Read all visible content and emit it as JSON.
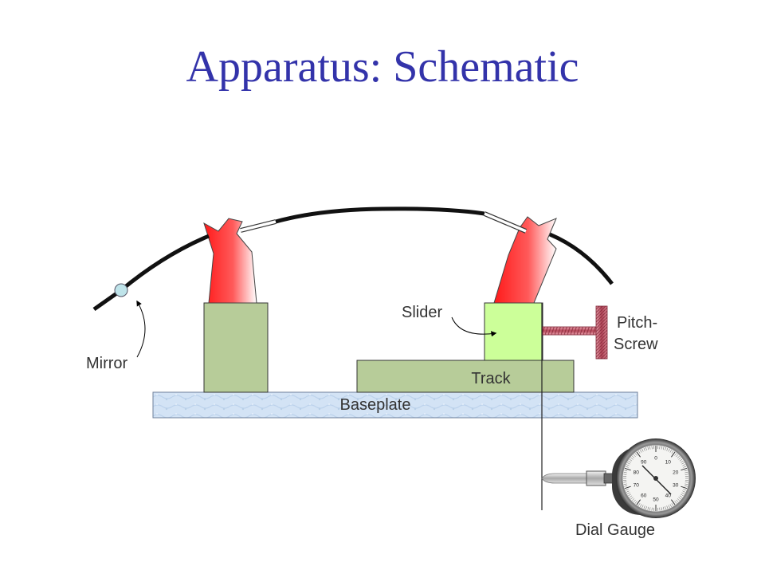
{
  "title": "Apparatus: Schematic",
  "labels": {
    "mirror": "Mirror",
    "slider": "Slider",
    "pitch_screw_line1": "Pitch-",
    "pitch_screw_line2": "Screw",
    "track": "Track",
    "baseplate": "Baseplate",
    "dial_gauge": "Dial Gauge"
  },
  "dial_numbers": [
    "0",
    "10",
    "20",
    "30",
    "40",
    "50",
    "60",
    "70",
    "80",
    "90"
  ],
  "colors": {
    "title": "#3333aa",
    "block_green": "#b7cc99",
    "slider_green": "#ccff99",
    "baseplate_blue": "#cfe0f3",
    "holder_red": "#ff3333",
    "pitch_screw": "#c06070",
    "mirror": "#bfe4ea"
  }
}
